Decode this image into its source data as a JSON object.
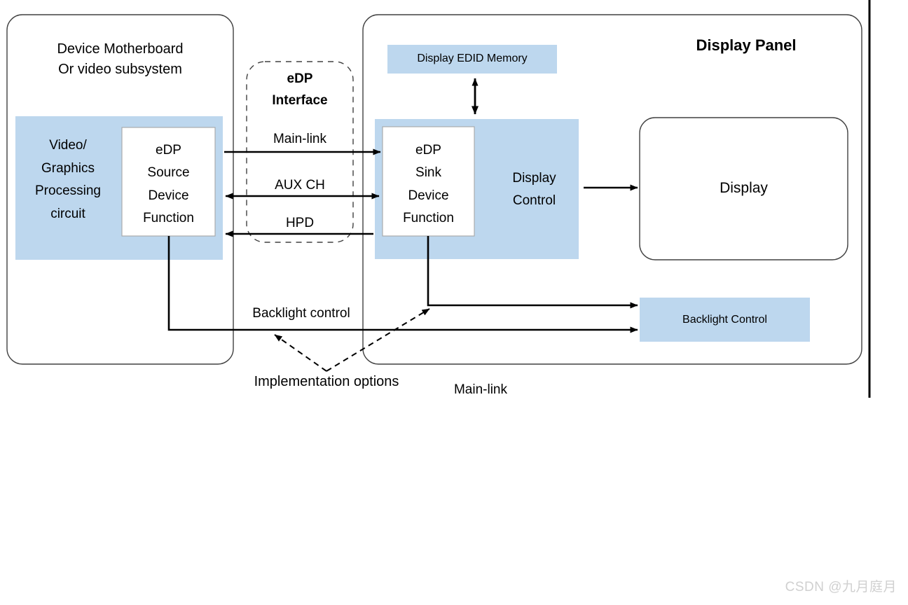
{
  "figure": {
    "title_hidden": "eDP system block diagram",
    "colors": {
      "fill_blue": "#bdd7ee",
      "stroke_black": "#000000",
      "stroke_gray": "#595959",
      "watermark_gray": "#d0d0d0",
      "background": "#ffffff"
    }
  },
  "left_container": {
    "name": "Device Motherboard Or video subsystem",
    "title_line1": "Device Motherboard",
    "title_line2": "Or video subsystem",
    "blocks": {
      "video_graphics": {
        "line1": "Video/",
        "line2": "Graphics",
        "line3": "Processing",
        "line4": "circuit"
      },
      "edp_source": {
        "line1": "eDP",
        "line2": "Source",
        "line3": "Device",
        "line4": "Function"
      }
    }
  },
  "interface": {
    "title_line1": "eDP",
    "title_line2": "Interface",
    "signals": [
      {
        "label": "Main-link",
        "direction": "source-to-sink"
      },
      {
        "label": "AUX CH",
        "direction": "bidirectional"
      },
      {
        "label": "HPD",
        "direction": "sink-to-source"
      }
    ]
  },
  "right_container": {
    "title": "Display Panel",
    "blocks": {
      "edid": "Display EDID Memory",
      "edp_sink": {
        "line1": "eDP",
        "line2": "Sink",
        "line3": "Device",
        "line4": "Function"
      },
      "display_control": {
        "line1": "Display",
        "line2": "Control"
      },
      "display": "Display",
      "backlight_control": "Backlight Control"
    }
  },
  "annotations": {
    "backlight_control": "Backlight control",
    "implementation_options": "Implementation options",
    "main_link_bottom": "Main-link"
  },
  "watermark": {
    "text": "CSDN @九月庭月"
  }
}
